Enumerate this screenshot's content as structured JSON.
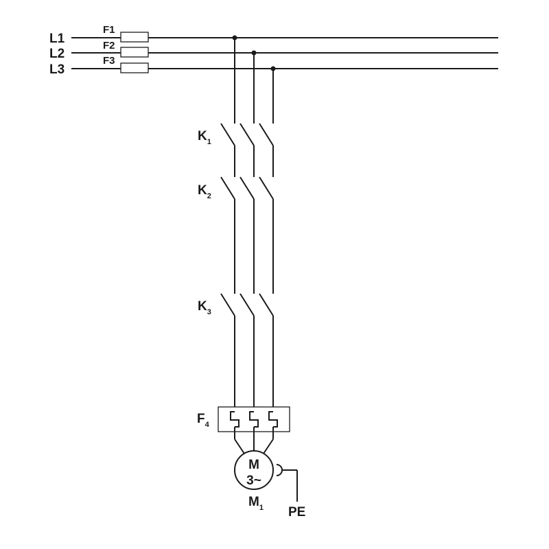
{
  "lines": {
    "l1": "L1",
    "l2": "L2",
    "l3": "L3"
  },
  "fuses": {
    "f1": "F1",
    "f2": "F2",
    "f3": "F3"
  },
  "contactors": {
    "k1": {
      "letter": "K",
      "index": "1"
    },
    "k2": {
      "letter": "K",
      "index": "2"
    },
    "k3": {
      "letter": "K",
      "index": "3"
    }
  },
  "overload_relay": {
    "letter": "F",
    "index": "4"
  },
  "motor": {
    "symbol_top": "M",
    "symbol_bottom": "3~",
    "letter": "M",
    "index": "1"
  },
  "ground": {
    "label": "PE"
  }
}
